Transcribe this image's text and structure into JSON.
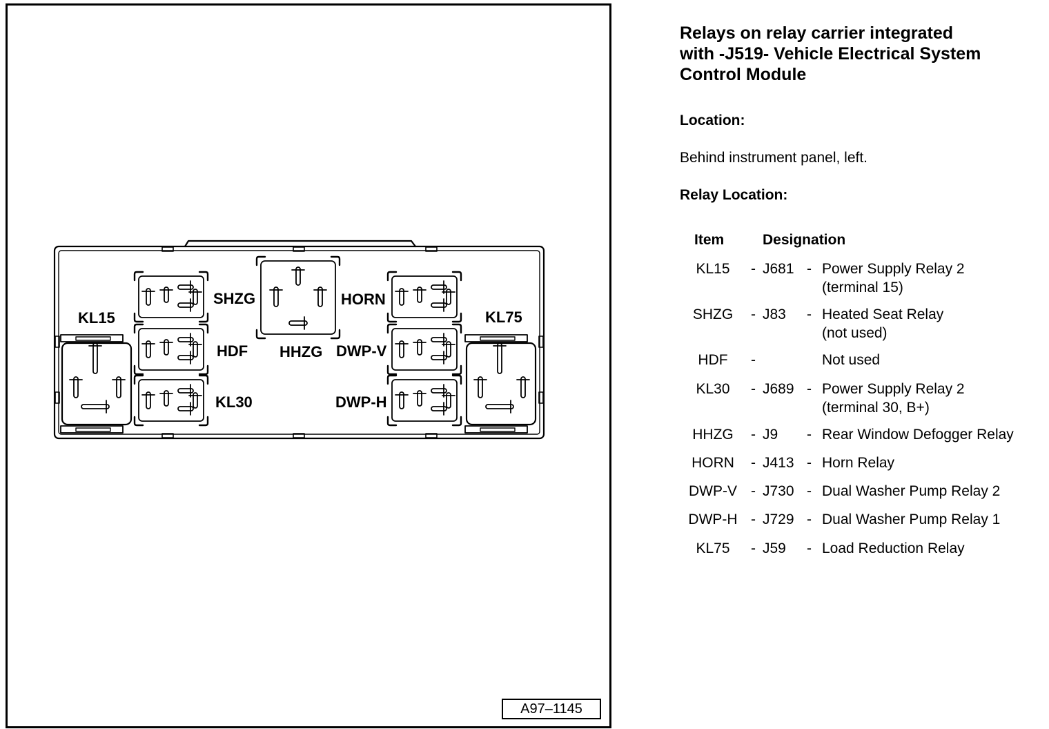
{
  "figure": {
    "id": "A97–1145",
    "relay_labels": {
      "kl15": "KL15",
      "shzg": "SHZG",
      "hdf": "HDF",
      "kl30": "KL30",
      "hhzg": "HHZG",
      "horn": "HORN",
      "dwp_v": "DWP-V",
      "dwp_h": "DWP-H",
      "kl75": "KL75"
    }
  },
  "info": {
    "title_lines": [
      "Relays on relay carrier integrated",
      "with -J519- Vehicle Electrical System",
      "Control Module"
    ],
    "location_heading": "Location:",
    "location_text": "Behind instrument panel, left.",
    "relay_location_heading": "Relay Location:",
    "table": {
      "headers": {
        "item": "Item",
        "designation": "Designation"
      },
      "rows": [
        {
          "item": "KL15",
          "dash1": "-",
          "code": "J681",
          "dash2": "-",
          "desc": [
            "Power Supply Relay 2",
            "(terminal 15)"
          ]
        },
        {
          "item": "SHZG",
          "dash1": "-",
          "code": "J83",
          "dash2": "-",
          "desc": [
            "Heated Seat Relay",
            "(not used)"
          ]
        },
        {
          "item": "HDF",
          "dash1": "-",
          "code": "",
          "dash2": "",
          "desc": [
            "Not used"
          ]
        },
        {
          "item": "KL30",
          "dash1": "-",
          "code": "J689",
          "dash2": "-",
          "desc": [
            "Power Supply Relay 2",
            "(terminal 30, B+)"
          ]
        },
        {
          "item": "HHZG",
          "dash1": "-",
          "code": "J9",
          "dash2": "-",
          "desc": [
            "Rear Window Defogger Relay"
          ]
        },
        {
          "item": "HORN",
          "dash1": "-",
          "code": "J413",
          "dash2": "-",
          "desc": [
            "Horn Relay"
          ]
        },
        {
          "item": "DWP-V",
          "dash1": "-",
          "code": "J730",
          "dash2": "-",
          "desc": [
            "Dual Washer Pump Relay 2"
          ]
        },
        {
          "item": "DWP-H",
          "dash1": "-",
          "code": "J729",
          "dash2": "-",
          "desc": [
            "Dual Washer Pump Relay 1"
          ]
        },
        {
          "item": "KL75",
          "dash1": "-",
          "code": "J59",
          "dash2": "-",
          "desc": [
            "Load Reduction Relay"
          ]
        }
      ]
    }
  }
}
